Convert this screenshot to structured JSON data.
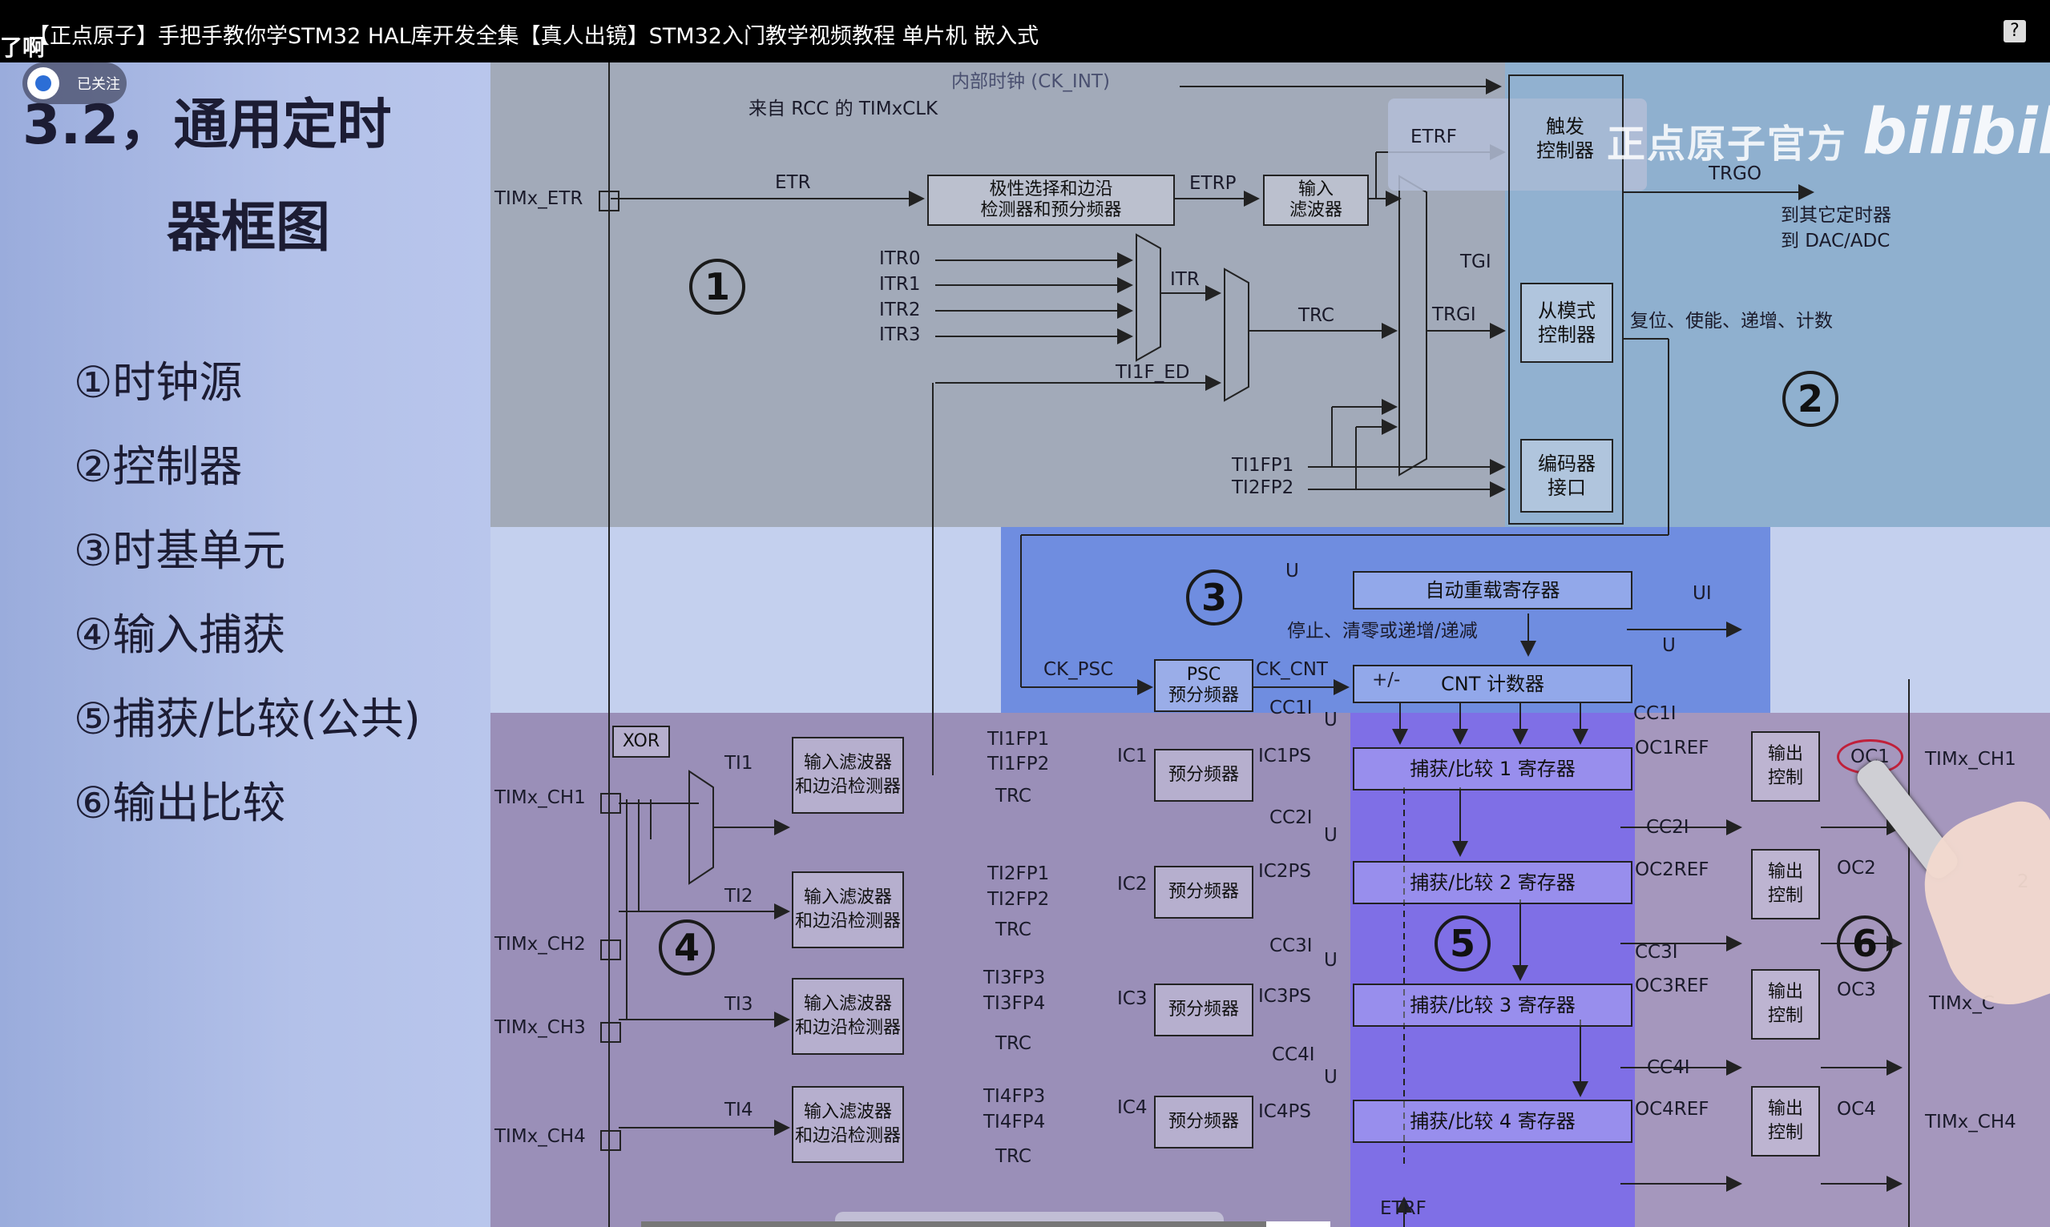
{
  "window": {
    "title": "【正点原子】手把手教你学STM32 HAL库开发全集【真人出镜】STM32入门教学视频教程 单片机 嵌入式",
    "help_icon": "question-icon"
  },
  "overlay": {
    "danmaku": "了啊",
    "follow_label": "已关注"
  },
  "slide": {
    "heading_line1": "3.2，通用定时",
    "heading_line2": "器框图",
    "items": [
      "①时钟源",
      "②控制器",
      "③时基单元",
      "④输入捕获",
      "⑤捕获/比较(公共)",
      "⑥输出比较"
    ]
  },
  "watermark": {
    "brand": "正点原子官方",
    "site": "bilibili"
  },
  "diagram": {
    "zone1": {
      "internal_clock": "内部时钟 (CK_INT)",
      "rcc_label": "来自 RCC 的 TIMxCLK",
      "etr_pin": "TIMx_ETR",
      "etr": "ETR",
      "polarity_box": "极性选择和边沿\n检测器和预分频器",
      "etrp": "ETRP",
      "input_filter_box": "输入\n滤波器",
      "etrf": "ETRF",
      "itr": [
        "ITR0",
        "ITR1",
        "ITR2",
        "ITR3"
      ],
      "itr_label": "ITR",
      "trc": "TRC",
      "ti1f_ed": "TI1F_ED",
      "tgi": "TGI",
      "trgi": "TRGI",
      "ti1fp1": "TI1FP1",
      "ti2fp2": "TI2FP2",
      "circle": "1"
    },
    "zone2": {
      "trigger_box": "触发\n控制器",
      "slave_box": "从模式\n控制器",
      "encoder_box": "编码器\n接口",
      "trgo": "TRGO",
      "to_other": "到其它定时器\n到 DAC/ADC",
      "reset_label": "复位、使能、递增、计数",
      "circle": "2"
    },
    "zone3": {
      "u": "U",
      "auto_reload": "自动重载寄存器",
      "stop_label": "停止、清零或递增/递减",
      "ui": "UI",
      "u2": "U",
      "ck_psc": "CK_PSC",
      "psc_box": "PSC\n预分频器",
      "ck_cnt": "CK_CNT",
      "cnt_box": "CNT 计数器",
      "pm": "+/-",
      "circle": "3"
    },
    "zone4": {
      "xor": "XOR",
      "circle": "4",
      "channels": [
        {
          "pin": "TIMx_CH1",
          "ti": "TI1",
          "filter": "输入滤波器\n和边沿检测器",
          "fp_a": "TI1FP1",
          "fp_b": "TI1FP2",
          "trc": "TRC",
          "ic": "IC1",
          "prescaler": "预分频器",
          "icps": "IC1PS",
          "cci": "CC1I",
          "u": "U"
        },
        {
          "pin": "TIMx_CH2",
          "ti": "TI2",
          "filter": "输入滤波器\n和边沿检测器",
          "fp_a": "TI2FP1",
          "fp_b": "TI2FP2",
          "trc": "TRC",
          "ic": "IC2",
          "prescaler": "预分频器",
          "icps": "IC2PS",
          "cci": "CC2I",
          "u": "U"
        },
        {
          "pin": "TIMx_CH3",
          "ti": "TI3",
          "filter": "输入滤波器\n和边沿检测器",
          "fp_a": "TI3FP3",
          "fp_b": "TI3FP4",
          "trc": "TRC",
          "ic": "IC3",
          "prescaler": "预分频器",
          "icps": "IC3PS",
          "cci": "CC3I",
          "u": "U"
        },
        {
          "pin": "TIMx_CH4",
          "ti": "TI4",
          "filter": "输入滤波器\n和边沿检测器",
          "fp_a": "TI4FP3",
          "fp_b": "TI4FP4",
          "trc": "TRC",
          "ic": "IC4",
          "prescaler": "预分频器",
          "icps": "IC4PS",
          "cci": "CC4I",
          "u": "U"
        }
      ]
    },
    "zone5": {
      "circle": "5",
      "registers": [
        "捕获/比较 1 寄存器",
        "捕获/比较 2 寄存器",
        "捕获/比较 3 寄存器",
        "捕获/比较 4 寄存器"
      ],
      "etrf": "ETRF"
    },
    "zone6": {
      "circle": "6",
      "outputs": [
        {
          "cci": "CC1I",
          "ref": "OC1REF",
          "ctrl": "输出\n控制",
          "oc": "OC1",
          "pin": "TIMx_CH1"
        },
        {
          "cci": "CC2I",
          "ref": "OC2REF",
          "ctrl": "输出\n控制",
          "oc": "OC2",
          "pin": "2"
        },
        {
          "cci": "CC3I",
          "ref": "OC3REF",
          "ctrl": "输出\n控制",
          "oc": "OC3",
          "pin": "TIMx_C"
        },
        {
          "cci": "CC4I",
          "ref": "OC4REF",
          "ctrl": "输出\n控制",
          "oc": "OC4",
          "pin": "TIMx_CH4"
        }
      ]
    }
  },
  "player": {
    "progress": 0.93,
    "tools": [
      "pen-icon",
      "marker-icon",
      "eraser-icon",
      "color-icon",
      "trash-icon",
      "settings-icon"
    ]
  }
}
